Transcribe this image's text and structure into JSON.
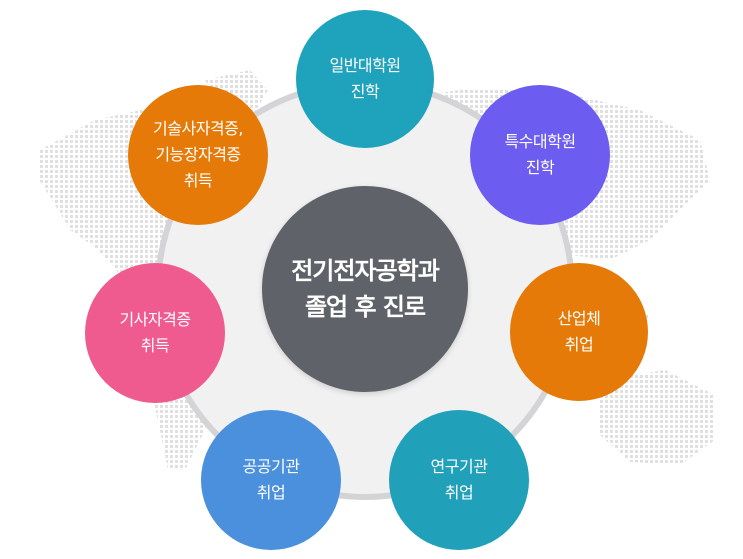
{
  "center": {
    "label": "전기전자공학과\n졸업 후 진로",
    "color": "#5f6269"
  },
  "outcomes": [
    {
      "label": "일반대학원\n진학",
      "color": "#1fa3bd"
    },
    {
      "label": "특수대학원\n진학",
      "color": "#6c5cf0"
    },
    {
      "label": "산업체\n취업",
      "color": "#e57a08"
    },
    {
      "label": "연구기관\n취업",
      "color": "#20a0b9"
    },
    {
      "label": "공공기관\n취업",
      "color": "#4a90dc"
    },
    {
      "label": "기사자격증\n취득",
      "color": "#ef5b8e"
    },
    {
      "label": "기술사자격증,\n기능장자격증\n취득",
      "color": "#e57a08"
    }
  ],
  "colors": {
    "ring": "#d4d4d6",
    "ring_fill": "#f1f1f2",
    "map_dots": "#dcdcdc"
  }
}
